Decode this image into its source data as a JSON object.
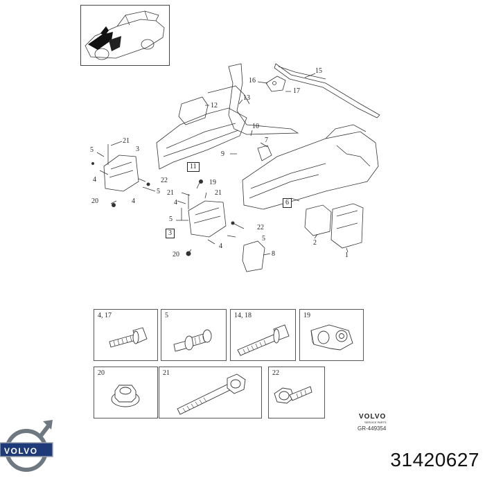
{
  "diagram": {
    "labels": [
      {
        "id": "c15",
        "text": "15"
      },
      {
        "id": "c16",
        "text": "16"
      },
      {
        "id": "c17",
        "text": "17"
      },
      {
        "id": "c12",
        "text": "12"
      },
      {
        "id": "c13",
        "text": "13"
      },
      {
        "id": "c10",
        "text": "10"
      },
      {
        "id": "c7",
        "text": "7"
      },
      {
        "id": "c9",
        "text": "9"
      },
      {
        "id": "c21a",
        "text": "21"
      },
      {
        "id": "c3a",
        "text": "3"
      },
      {
        "id": "c5a",
        "text": "5"
      },
      {
        "id": "c4a",
        "text": "4"
      },
      {
        "id": "c22a",
        "text": "22"
      },
      {
        "id": "c5b",
        "text": "5"
      },
      {
        "id": "c20a",
        "text": "20"
      },
      {
        "id": "c4b",
        "text": "4"
      },
      {
        "id": "c11",
        "text": "11"
      },
      {
        "id": "c19",
        "text": "19"
      },
      {
        "id": "c21b",
        "text": "21"
      },
      {
        "id": "c21c",
        "text": "21"
      },
      {
        "id": "c4c",
        "text": "4"
      },
      {
        "id": "c5c",
        "text": "5"
      },
      {
        "id": "c6",
        "text": "6"
      },
      {
        "id": "c3b",
        "text": "3"
      },
      {
        "id": "c22b",
        "text": "22"
      },
      {
        "id": "c5d",
        "text": "5"
      },
      {
        "id": "c4d",
        "text": "4"
      },
      {
        "id": "c20b",
        "text": "20"
      },
      {
        "id": "c8",
        "text": "8"
      },
      {
        "id": "c2",
        "text": "2"
      },
      {
        "id": "c1",
        "text": "1"
      }
    ]
  },
  "panels": [
    {
      "label": "4, 17"
    },
    {
      "label": "5"
    },
    {
      "label": "14, 18"
    },
    {
      "label": "19"
    },
    {
      "label": "20"
    },
    {
      "label": "21"
    },
    {
      "label": "22"
    }
  ],
  "stamp": {
    "brand": "VOLVO",
    "sub": "SERVICE PARTS",
    "ref": "GR-449354"
  },
  "logo": {
    "text": "VOLVO"
  },
  "part_number": "31420627"
}
